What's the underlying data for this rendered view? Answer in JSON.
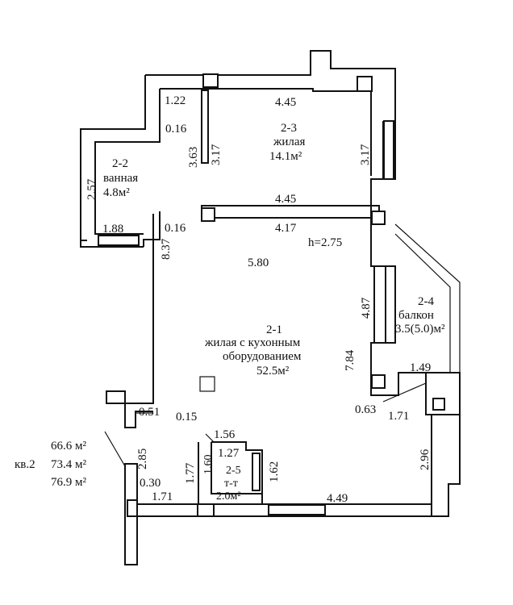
{
  "rooms": {
    "r23": {
      "code": "2-3",
      "name": "жилая",
      "area": "14.1м²"
    },
    "r22": {
      "code": "2-2",
      "name": "ванная",
      "area": "4.8м²"
    },
    "r21": {
      "code": "2-1",
      "name": "жилая с кухонным",
      "name2": "оборудованием",
      "area": "52.5м²"
    },
    "r24": {
      "code": "2-4",
      "name": "балкон",
      "area": "3.5(5.0)м²"
    },
    "r25": {
      "code": "2-5",
      "name": "т-т",
      "area": "2.0м²"
    }
  },
  "height_label": "h=2.75",
  "apartment": {
    "label": "кв.2",
    "areas": [
      "66.6 м²",
      "73.4 м²",
      "76.9 м²"
    ]
  },
  "dimensions": {
    "d_1_22": "1.22",
    "d_4_45_top": "4.45",
    "d_0_16_a": "0.16",
    "d_3_63": "3.63",
    "d_3_17_a": "3.17",
    "d_3_17_b": "3.17",
    "d_2_57": "2.57",
    "d_4_45_mid": "4.45",
    "d_4_17": "4.17",
    "d_1_88": "1.88",
    "d_0_16_b": "0.16",
    "d_8_37": "8.37",
    "d_5_80": "5.80",
    "d_4_87": "4.87",
    "d_7_84": "7.84",
    "d_1_49": "1.49",
    "d_0_63": "0.63",
    "d_1_71_a": "1.71",
    "d_0_51": "0.51",
    "d_0_15": "0.15",
    "d_1_56": "1.56",
    "d_1_27": "1.27",
    "d_2_85": "2.85",
    "d_1_77": "1.77",
    "d_1_60": "1.60",
    "d_1_62": "1.62",
    "d_0_30": "0.30",
    "d_1_71_b": "1.71",
    "d_2_96": "2.96",
    "d_4_49": "4.49"
  }
}
